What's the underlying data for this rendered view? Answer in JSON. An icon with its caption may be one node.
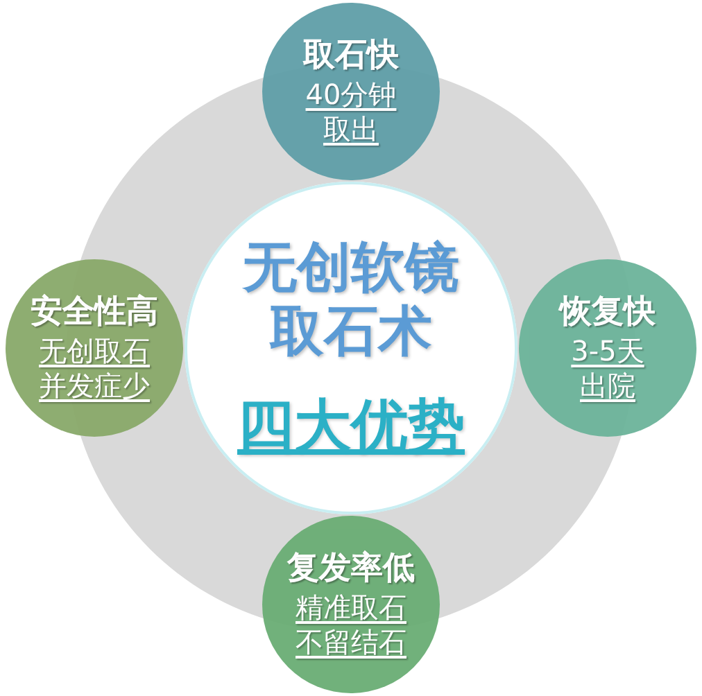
{
  "diagram": {
    "nodes": [
      {
        "text": [
          "无创软镜取石术",
          "四大优势"
        ]
      },
      {
        "text": [
          "取石快",
          "40分钟取出"
        ]
      },
      {
        "text": [
          "恢复快",
          "3-5天出院"
        ]
      },
      {
        "text": [
          "复发率低",
          "精准取石不留结石"
        ]
      },
      {
        "text": [
          "安全性高",
          "无创取石并发症少"
        ]
      }
    ]
  }
}
